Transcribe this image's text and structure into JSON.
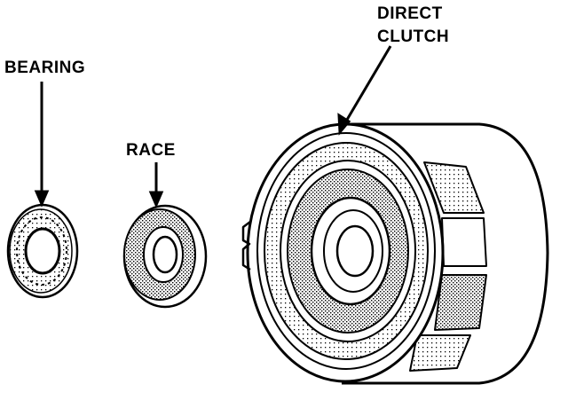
{
  "labels": {
    "bearing": "BEARING",
    "race": "RACE",
    "direct_clutch_line1": "DIRECT",
    "direct_clutch_line2": "CLUTCH"
  }
}
